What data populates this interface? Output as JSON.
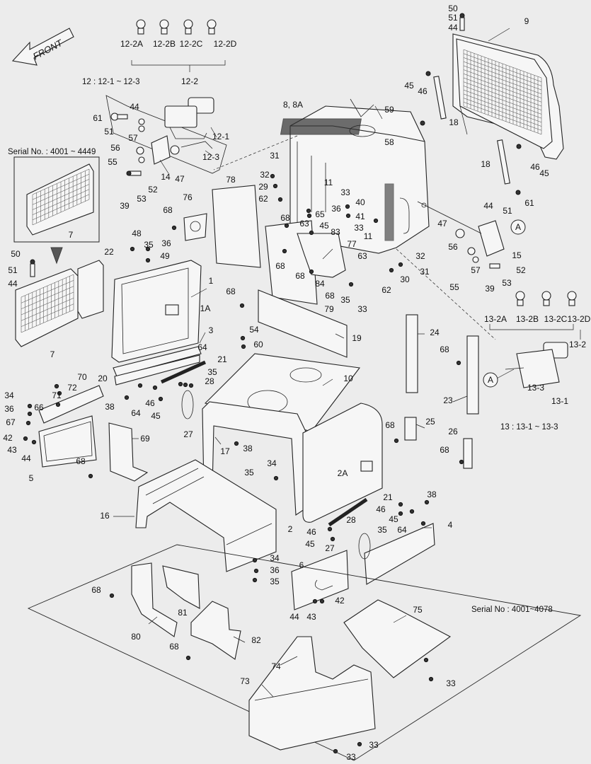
{
  "front_arrow": "FRONT",
  "notes": {
    "lamp12": "12 : 12-1 ~ 12-3",
    "lamp13": "13 : 13-1 ~ 13-3",
    "serial_grille": "Serial No. : 4001 ~ 4449",
    "serial_floor": "Serial No : 4001~4078"
  },
  "labels": [
    {
      "id": "12-2A",
      "t": "12-2A"
    },
    {
      "id": "12-2B",
      "t": "12-2B"
    },
    {
      "id": "12-2C",
      "t": "12-2C"
    },
    {
      "id": "12-2D",
      "t": "12-2D"
    },
    {
      "id": "12-2",
      "t": "12-2"
    },
    {
      "id": "12-1",
      "t": "12-1"
    },
    {
      "id": "12-3",
      "t": "12-3"
    },
    {
      "id": "61a",
      "t": "61"
    },
    {
      "id": "44a",
      "t": "44"
    },
    {
      "id": "51a",
      "t": "51"
    },
    {
      "id": "57a",
      "t": "57"
    },
    {
      "id": "56a",
      "t": "56"
    },
    {
      "id": "55a",
      "t": "55"
    },
    {
      "id": "14",
      "t": "14"
    },
    {
      "id": "47a",
      "t": "47"
    },
    {
      "id": "52a",
      "t": "52"
    },
    {
      "id": "39a",
      "t": "39"
    },
    {
      "id": "53a",
      "t": "53"
    },
    {
      "id": "50a",
      "t": "50"
    },
    {
      "id": "51b",
      "t": "51"
    },
    {
      "id": "44b",
      "t": "44"
    },
    {
      "id": "9",
      "t": "9"
    },
    {
      "id": "45a",
      "t": "45"
    },
    {
      "id": "46a",
      "t": "46"
    },
    {
      "id": "18a",
      "t": "18"
    },
    {
      "id": "18b",
      "t": "18"
    },
    {
      "id": "46b",
      "t": "46"
    },
    {
      "id": "45b",
      "t": "45"
    },
    {
      "id": "8",
      "t": "8, 8A"
    },
    {
      "id": "59",
      "t": "59"
    },
    {
      "id": "58",
      "t": "58"
    },
    {
      "id": "31a",
      "t": "31"
    },
    {
      "id": "32a",
      "t": "32"
    },
    {
      "id": "29",
      "t": "29"
    },
    {
      "id": "62a",
      "t": "62"
    },
    {
      "id": "11a",
      "t": "11"
    },
    {
      "id": "33a",
      "t": "33"
    },
    {
      "id": "65",
      "t": "65"
    },
    {
      "id": "36a",
      "t": "36"
    },
    {
      "id": "40",
      "t": "40"
    },
    {
      "id": "41",
      "t": "41"
    },
    {
      "id": "33b",
      "t": "33"
    },
    {
      "id": "11b",
      "t": "11"
    },
    {
      "id": "78",
      "t": "78"
    },
    {
      "id": "76",
      "t": "76"
    },
    {
      "id": "68a",
      "t": "68"
    },
    {
      "id": "68b",
      "t": "68"
    },
    {
      "id": "63a",
      "t": "63"
    },
    {
      "id": "45c",
      "t": "45"
    },
    {
      "id": "83",
      "t": "83"
    },
    {
      "id": "77",
      "t": "77"
    },
    {
      "id": "68c",
      "t": "68"
    },
    {
      "id": "68d",
      "t": "68"
    },
    {
      "id": "84",
      "t": "84"
    },
    {
      "id": "68e",
      "t": "68"
    },
    {
      "id": "79",
      "t": "79"
    },
    {
      "id": "35a",
      "t": "35"
    },
    {
      "id": "33c",
      "t": "33"
    },
    {
      "id": "63b",
      "t": "63"
    },
    {
      "id": "62b",
      "t": "62"
    },
    {
      "id": "30",
      "t": "30"
    },
    {
      "id": "32b",
      "t": "32"
    },
    {
      "id": "31b",
      "t": "31"
    },
    {
      "id": "44c",
      "t": "44"
    },
    {
      "id": "51c",
      "t": "51"
    },
    {
      "id": "61b",
      "t": "61"
    },
    {
      "id": "47b",
      "t": "47"
    },
    {
      "id": "A1",
      "t": "A"
    },
    {
      "id": "56b",
      "t": "56"
    },
    {
      "id": "15",
      "t": "15"
    },
    {
      "id": "57b",
      "t": "57"
    },
    {
      "id": "52b",
      "t": "52"
    },
    {
      "id": "55b",
      "t": "55"
    },
    {
      "id": "39b",
      "t": "39"
    },
    {
      "id": "53b",
      "t": "53"
    },
    {
      "id": "13-2A",
      "t": "13-2A"
    },
    {
      "id": "13-2B",
      "t": "13-2B"
    },
    {
      "id": "13-2C",
      "t": "13-2C"
    },
    {
      "id": "13-2D",
      "t": "13-2D"
    },
    {
      "id": "13-2",
      "t": "13-2"
    },
    {
      "id": "A2",
      "t": "A"
    },
    {
      "id": "13-3",
      "t": "13-3"
    },
    {
      "id": "13-1",
      "t": "13-1"
    },
    {
      "id": "7a",
      "t": "7"
    },
    {
      "id": "50b",
      "t": "50"
    },
    {
      "id": "51d",
      "t": "51"
    },
    {
      "id": "44d",
      "t": "44"
    },
    {
      "id": "22",
      "t": "22"
    },
    {
      "id": "7b",
      "t": "7"
    },
    {
      "id": "48",
      "t": "48"
    },
    {
      "id": "35b",
      "t": "35"
    },
    {
      "id": "36b",
      "t": "36"
    },
    {
      "id": "49",
      "t": "49"
    },
    {
      "id": "1",
      "t": "1"
    },
    {
      "id": "1A",
      "t": "1A"
    },
    {
      "id": "68f",
      "t": "68"
    },
    {
      "id": "3",
      "t": "3"
    },
    {
      "id": "64a",
      "t": "64"
    },
    {
      "id": "21a",
      "t": "21"
    },
    {
      "id": "35c",
      "t": "35"
    },
    {
      "id": "28a",
      "t": "28"
    },
    {
      "id": "54",
      "t": "54"
    },
    {
      "id": "60",
      "t": "60"
    },
    {
      "id": "19",
      "t": "19"
    },
    {
      "id": "10",
      "t": "10"
    },
    {
      "id": "24",
      "t": "24"
    },
    {
      "id": "68g",
      "t": "68"
    },
    {
      "id": "23",
      "t": "23"
    },
    {
      "id": "70",
      "t": "70"
    },
    {
      "id": "71",
      "t": "71"
    },
    {
      "id": "72",
      "t": "72"
    },
    {
      "id": "20",
      "t": "20"
    },
    {
      "id": "34a",
      "t": "34"
    },
    {
      "id": "66",
      "t": "66"
    },
    {
      "id": "36c",
      "t": "36"
    },
    {
      "id": "67",
      "t": "67"
    },
    {
      "id": "38a",
      "t": "38"
    },
    {
      "id": "64b",
      "t": "64"
    },
    {
      "id": "46c",
      "t": "46"
    },
    {
      "id": "45d",
      "t": "45"
    },
    {
      "id": "42a",
      "t": "42"
    },
    {
      "id": "43a",
      "t": "43"
    },
    {
      "id": "44e",
      "t": "44"
    },
    {
      "id": "5",
      "t": "5"
    },
    {
      "id": "69",
      "t": "69"
    },
    {
      "id": "68h",
      "t": "68"
    },
    {
      "id": "27a",
      "t": "27"
    },
    {
      "id": "17",
      "t": "17"
    },
    {
      "id": "38b",
      "t": "38"
    },
    {
      "id": "16",
      "t": "16"
    },
    {
      "id": "68i",
      "t": "68"
    },
    {
      "id": "25",
      "t": "25"
    },
    {
      "id": "26",
      "t": "26"
    },
    {
      "id": "68j",
      "t": "68"
    },
    {
      "id": "2A",
      "t": "2A"
    },
    {
      "id": "34b",
      "t": "34"
    },
    {
      "id": "35d",
      "t": "35"
    },
    {
      "id": "21b",
      "t": "21"
    },
    {
      "id": "38c",
      "t": "38"
    },
    {
      "id": "46d",
      "t": "46"
    },
    {
      "id": "45e",
      "t": "45"
    },
    {
      "id": "64c",
      "t": "64"
    },
    {
      "id": "4",
      "t": "4"
    },
    {
      "id": "2",
      "t": "2"
    },
    {
      "id": "46e",
      "t": "46"
    },
    {
      "id": "28b",
      "t": "28"
    },
    {
      "id": "35e",
      "t": "35"
    },
    {
      "id": "45f",
      "t": "45"
    },
    {
      "id": "27b",
      "t": "27"
    },
    {
      "id": "34c",
      "t": "34"
    },
    {
      "id": "36d",
      "t": "36"
    },
    {
      "id": "35f",
      "t": "35"
    },
    {
      "id": "6",
      "t": "6"
    },
    {
      "id": "42b",
      "t": "42"
    },
    {
      "id": "44f",
      "t": "44"
    },
    {
      "id": "43b",
      "t": "43"
    },
    {
      "id": "68k",
      "t": "68"
    },
    {
      "id": "81",
      "t": "81"
    },
    {
      "id": "80",
      "t": "80"
    },
    {
      "id": "82",
      "t": "82"
    },
    {
      "id": "68l",
      "t": "68"
    },
    {
      "id": "75",
      "t": "75"
    },
    {
      "id": "74",
      "t": "74"
    },
    {
      "id": "73",
      "t": "73"
    },
    {
      "id": "33d",
      "t": "33"
    },
    {
      "id": "33e",
      "t": "33"
    },
    {
      "id": "33f",
      "t": "33"
    }
  ]
}
